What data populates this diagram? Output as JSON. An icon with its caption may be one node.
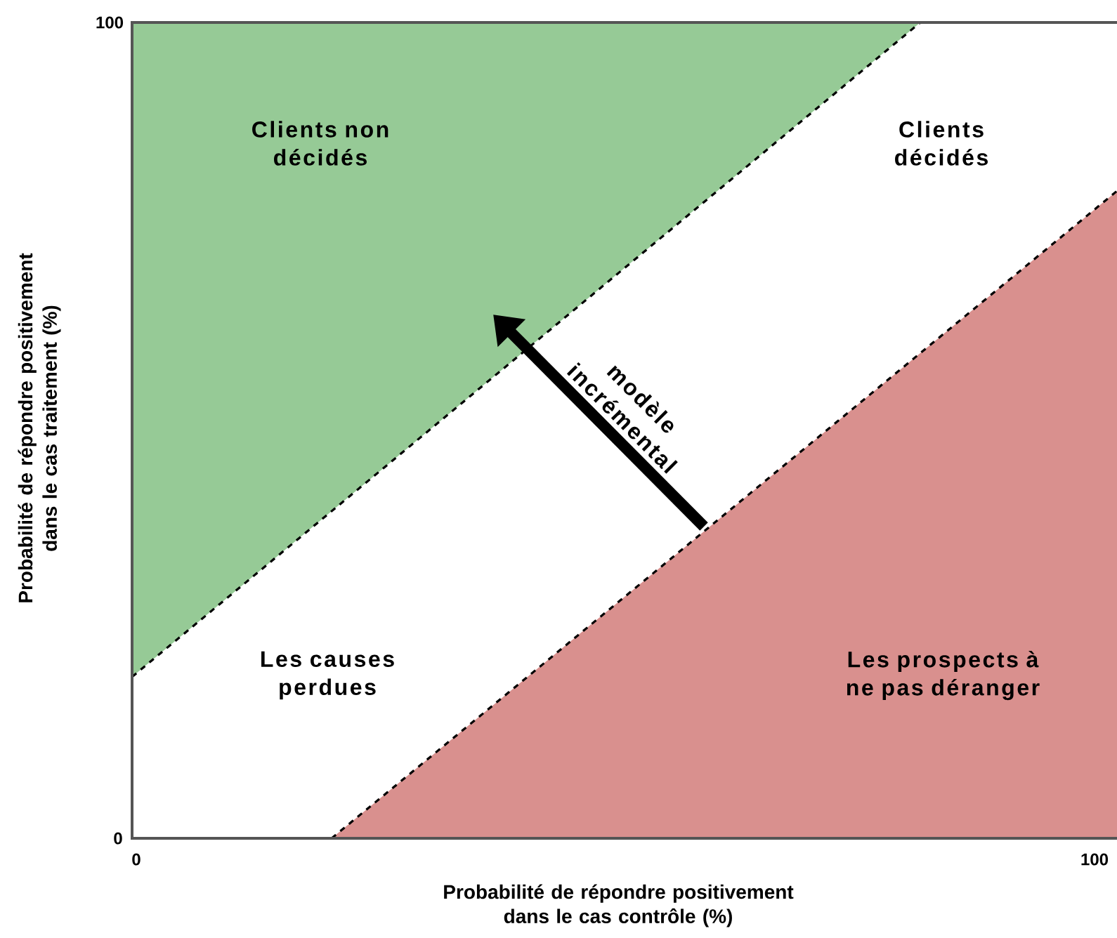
{
  "diagram": {
    "nodes": [
      {
        "text": [
          "Clients non décidés"
        ]
      },
      {
        "text": [
          "Les prospects à ne pas déranger"
        ]
      }
    ],
    "edges": [
      {
        "from": 1,
        "to": 0,
        "arrow": "to",
        "label": "modèle incrémental"
      }
    ],
    "labels": [
      "100",
      "Clients décidés",
      "Les causes perdues",
      "0",
      "0",
      "100",
      "Probabilité de répondre positivement dans le cas traitement (%)",
      "Probabilité de répondre positivement dans le cas contrôle (%)"
    ]
  }
}
